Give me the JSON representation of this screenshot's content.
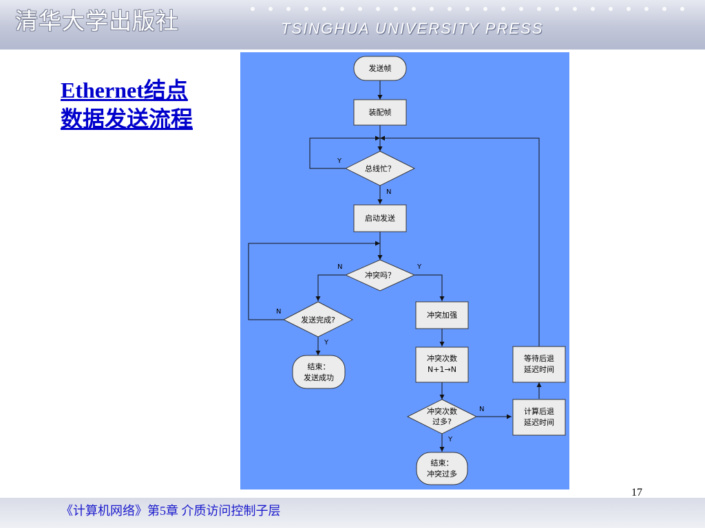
{
  "header": {
    "logo_cn": "清华大学出版社",
    "publisher_en": "TSINGHUA UNIVERSITY PRESS"
  },
  "title": {
    "line1": "Ethernet结点",
    "line2": "数据发送流程"
  },
  "flowchart": {
    "start": "发送帧",
    "assemble": "装配帧",
    "bus_busy": "总线忙？",
    "start_send": "启动发送",
    "collision": "冲突吗？",
    "send_done": "发送完成?",
    "end_success_1": "结束：",
    "end_success_2": "发送成功",
    "jam": "冲突加强",
    "count_1": "冲突次数",
    "count_2": "N+1→N",
    "too_many_1": "冲突次数",
    "too_many_2": "过多?",
    "end_fail_1": "结束：",
    "end_fail_2": "冲突过多",
    "calc_backoff_1": "计算后退",
    "calc_backoff_2": "延迟时间",
    "wait_backoff_1": "等待后退",
    "wait_backoff_2": "延迟时间",
    "yes": "Y",
    "no": "N"
  },
  "page_number": "17",
  "footer": {
    "text": "《计算机网络》第5章  介质访问控制子层"
  },
  "colors": {
    "diagram_background": "#6699ff",
    "box_fill": "#ececec",
    "title_color": "#0000cc",
    "footer_text_color": "#1a1acc"
  }
}
